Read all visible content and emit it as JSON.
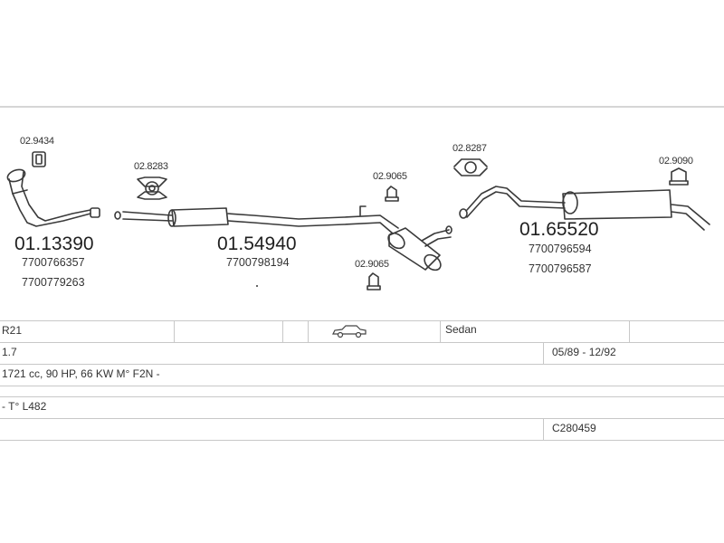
{
  "parts": {
    "clamp1": {
      "code": "02.9434"
    },
    "front_pipe": {
      "code": "01.13390",
      "oem": [
        "7700766357",
        "7700779263"
      ]
    },
    "clamp2": {
      "code": "02.8283"
    },
    "middle": {
      "code": "01.54940",
      "oem": [
        "7700798194"
      ]
    },
    "hanger1": {
      "code": "02.9065"
    },
    "hanger2": {
      "code": "02.9065"
    },
    "clamp3": {
      "code": "02.8287"
    },
    "rear": {
      "code": "01.65520",
      "oem": [
        "7700796594",
        "7700796587"
      ]
    },
    "rubber": {
      "code": "02.9090"
    }
  },
  "table": {
    "model": "R21",
    "body_type": "Sedan",
    "engine": "1.7",
    "years": "05/89 - 12/92",
    "specs": "1721 cc, 90 HP, 66 KW M° F2N -",
    "type": "- T° L482",
    "catalog": "C280459"
  },
  "icons": {
    "car": "sedan-car-icon"
  },
  "colors": {
    "line": "#3a3a3a",
    "frame": "#d6d6d6",
    "table_line": "#c8c8c8"
  }
}
